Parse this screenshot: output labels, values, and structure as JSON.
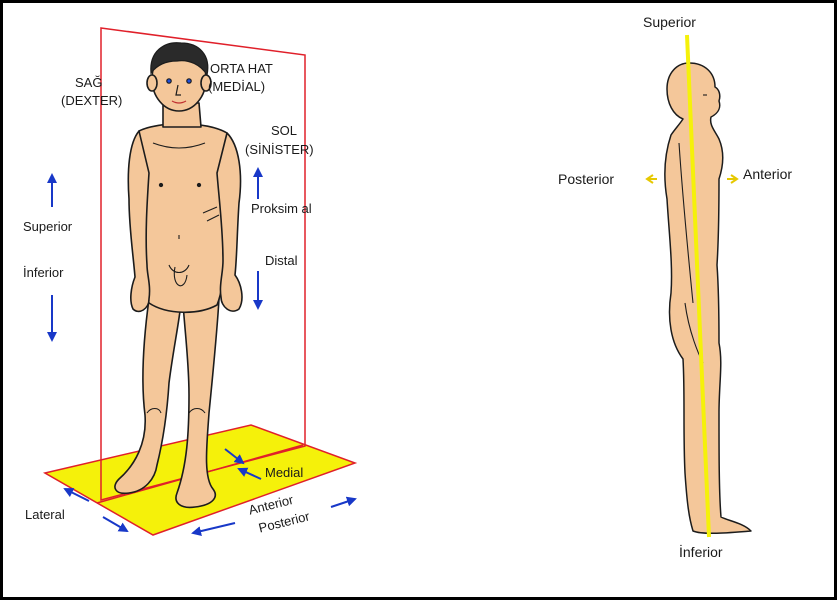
{
  "colors": {
    "skin": "#F4C79A",
    "outline": "#1c1c1c",
    "plane": "#E0202A",
    "floor": "#F5F10A",
    "arrow": "#1838C8",
    "axis": "#F5F10A"
  },
  "left_figure": {
    "labels": {
      "sag": "SAĞ",
      "dexter": "(DEXTER)",
      "ortahat": "ORTA HAT",
      "medial_top": "(MEDİAL)",
      "sol": "SOL",
      "sinister": "(SİNİSTER)",
      "superior": "Superior",
      "inferior": "İnferior",
      "proksimal": "Proksim al",
      "distal": "Distal",
      "medial": "Medial",
      "lateral": "Lateral",
      "anterior": "Anterior",
      "posterior": "Posterior"
    }
  },
  "right_figure": {
    "labels": {
      "superior": "Superior",
      "inferior": "İnferior",
      "posterior": "Posterior",
      "anterior": "Anterior"
    }
  }
}
